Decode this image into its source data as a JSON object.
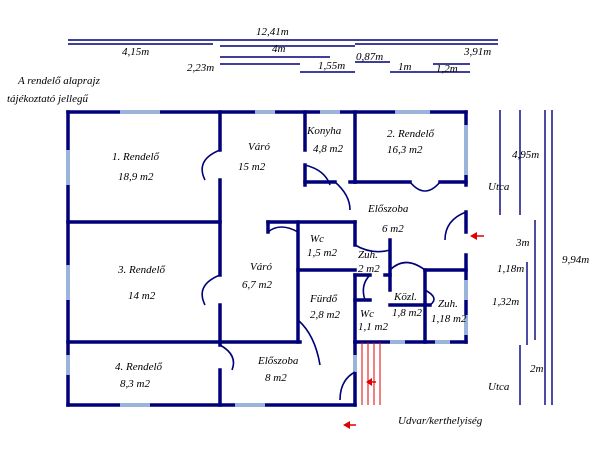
{
  "title": {
    "line1": "A rendelő alaprajz",
    "line2": "tájékoztató jellegű"
  },
  "dimensions": {
    "top_total": "12,41m",
    "left_part": "4,15m",
    "middle_part": "4m",
    "right_part": "3,91m",
    "d223": "2,23m",
    "d155": "1,55m",
    "d087": "0,87m",
    "d1": "1m",
    "d12": "1,2m",
    "right_495": "4,95m",
    "right_3": "3m",
    "right_994": "9,94m",
    "right_118": "1,18m",
    "right_132": "1,32m",
    "right_2": "2m"
  },
  "rooms": {
    "rendelo1": {
      "name": "1. Rendelő",
      "area": "18,9 m2"
    },
    "varo1": {
      "name": "Váró",
      "area": "15 m2"
    },
    "konyha": {
      "name": "Konyha",
      "area": "4,8 m2"
    },
    "rendelo2": {
      "name": "2. Rendelő",
      "area": "16,3 m2"
    },
    "eloszoba_top": {
      "name": "Előszoba",
      "area": "6 m2"
    },
    "wc1": {
      "name": "Wc",
      "area": "1,5 m2"
    },
    "zuh1": {
      "name": "Zuh.",
      "area": "2 m2"
    },
    "rendelo3": {
      "name": "3. Rendelő",
      "area": "14 m2"
    },
    "varo2": {
      "name": "Váró",
      "area": "6,7 m2"
    },
    "furdo": {
      "name": "Fürdő",
      "area": "2,8 m2"
    },
    "wc2": {
      "name": "Wc",
      "area": "1,1 m2"
    },
    "kozl": {
      "name": "Közl.",
      "area": "1,8 m2"
    },
    "zuh2": {
      "name": "Zuh.",
      "area": "1,18 m2"
    },
    "rendelo4": {
      "name": "4. Rendelő",
      "area": "8,3 m2"
    },
    "eloszoba_bottom": {
      "name": "Előszoba",
      "area": "8 m2"
    }
  },
  "labels": {
    "utca_top": "Utca",
    "utca_bottom": "Utca",
    "udvar": "Udvar/kerthelyiség"
  },
  "colors": {
    "wall": "#00007a",
    "window": "#9ab4dc",
    "arrow": "#e00000",
    "door": "#00007a"
  }
}
